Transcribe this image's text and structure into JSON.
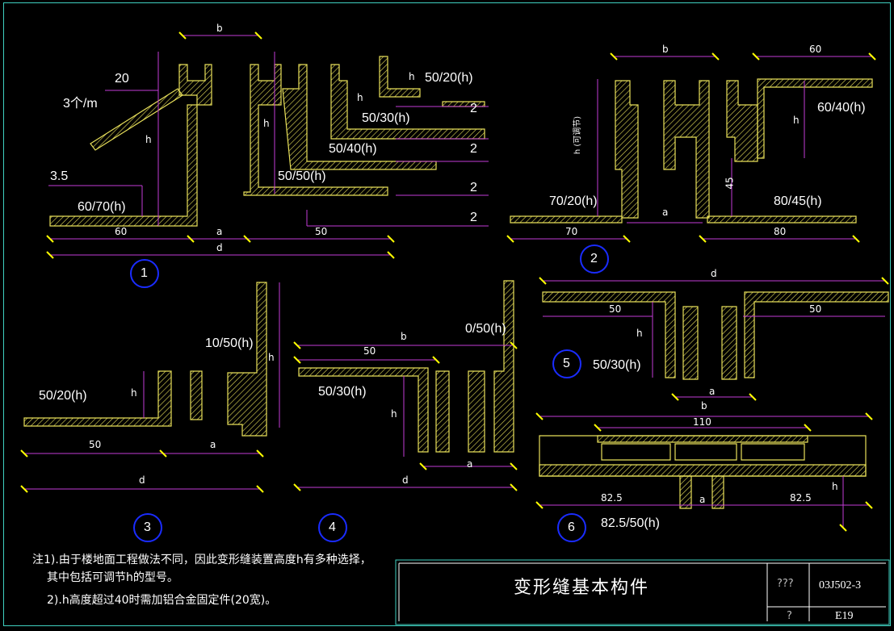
{
  "drawing": {
    "d1": {
      "number": "1",
      "labels": [
        "20",
        "3个/m",
        "3.5",
        "60/70(h)",
        "50/20(h)",
        "50/30(h)",
        "50/40(h)",
        "50/50(h)"
      ],
      "dims": [
        "b",
        "h",
        "h",
        "h",
        "h",
        "60",
        "a",
        "50",
        "d"
      ],
      "two": [
        "2",
        "2",
        "2",
        "2"
      ]
    },
    "d2": {
      "number": "2",
      "labels": [
        "70/20(h)",
        "60/40(h)",
        "80/45(h)"
      ],
      "dims": [
        "b",
        "60",
        "h (可调节)",
        "h",
        "45",
        "a",
        "70",
        "80"
      ]
    },
    "d3": {
      "number": "3",
      "labels": [
        "50/20(h)",
        "10/50(h)"
      ],
      "dims": [
        "h",
        "h",
        "50",
        "a",
        "d"
      ]
    },
    "d4": {
      "number": "4",
      "labels": [
        "50/30(h)",
        "0/50(h)"
      ],
      "dims": [
        "b",
        "50",
        "h",
        "a",
        "d"
      ]
    },
    "d5": {
      "number": "5",
      "labels": [
        "50/30(h)"
      ],
      "dims": [
        "d",
        "50",
        "50",
        "h",
        "a",
        "b"
      ]
    },
    "d6": {
      "number": "6",
      "labels": [
        "82.5/50(h)"
      ],
      "dims": [
        "110",
        "82.5",
        "a",
        "82.5",
        "h"
      ]
    }
  },
  "notes": [
    "注1).由于楼地面工程做法不同，因此变形缝装置高度h有多种选择，",
    "其中包括可调节h的型号。",
    "2).h高度超过40时需加铝合金固定件(20宽)。"
  ],
  "title_block": {
    "title": "变形缝基本构件",
    "field_a": "???",
    "code": "03J502-3",
    "field_b": "?",
    "page": "E19"
  },
  "colors": {
    "border": "#3fd0c0",
    "profile": "#e8e05a",
    "dim_line": "#c23bd6",
    "marker": "#ffff00",
    "circle": "#1a2cff",
    "text": "#ffffff"
  }
}
